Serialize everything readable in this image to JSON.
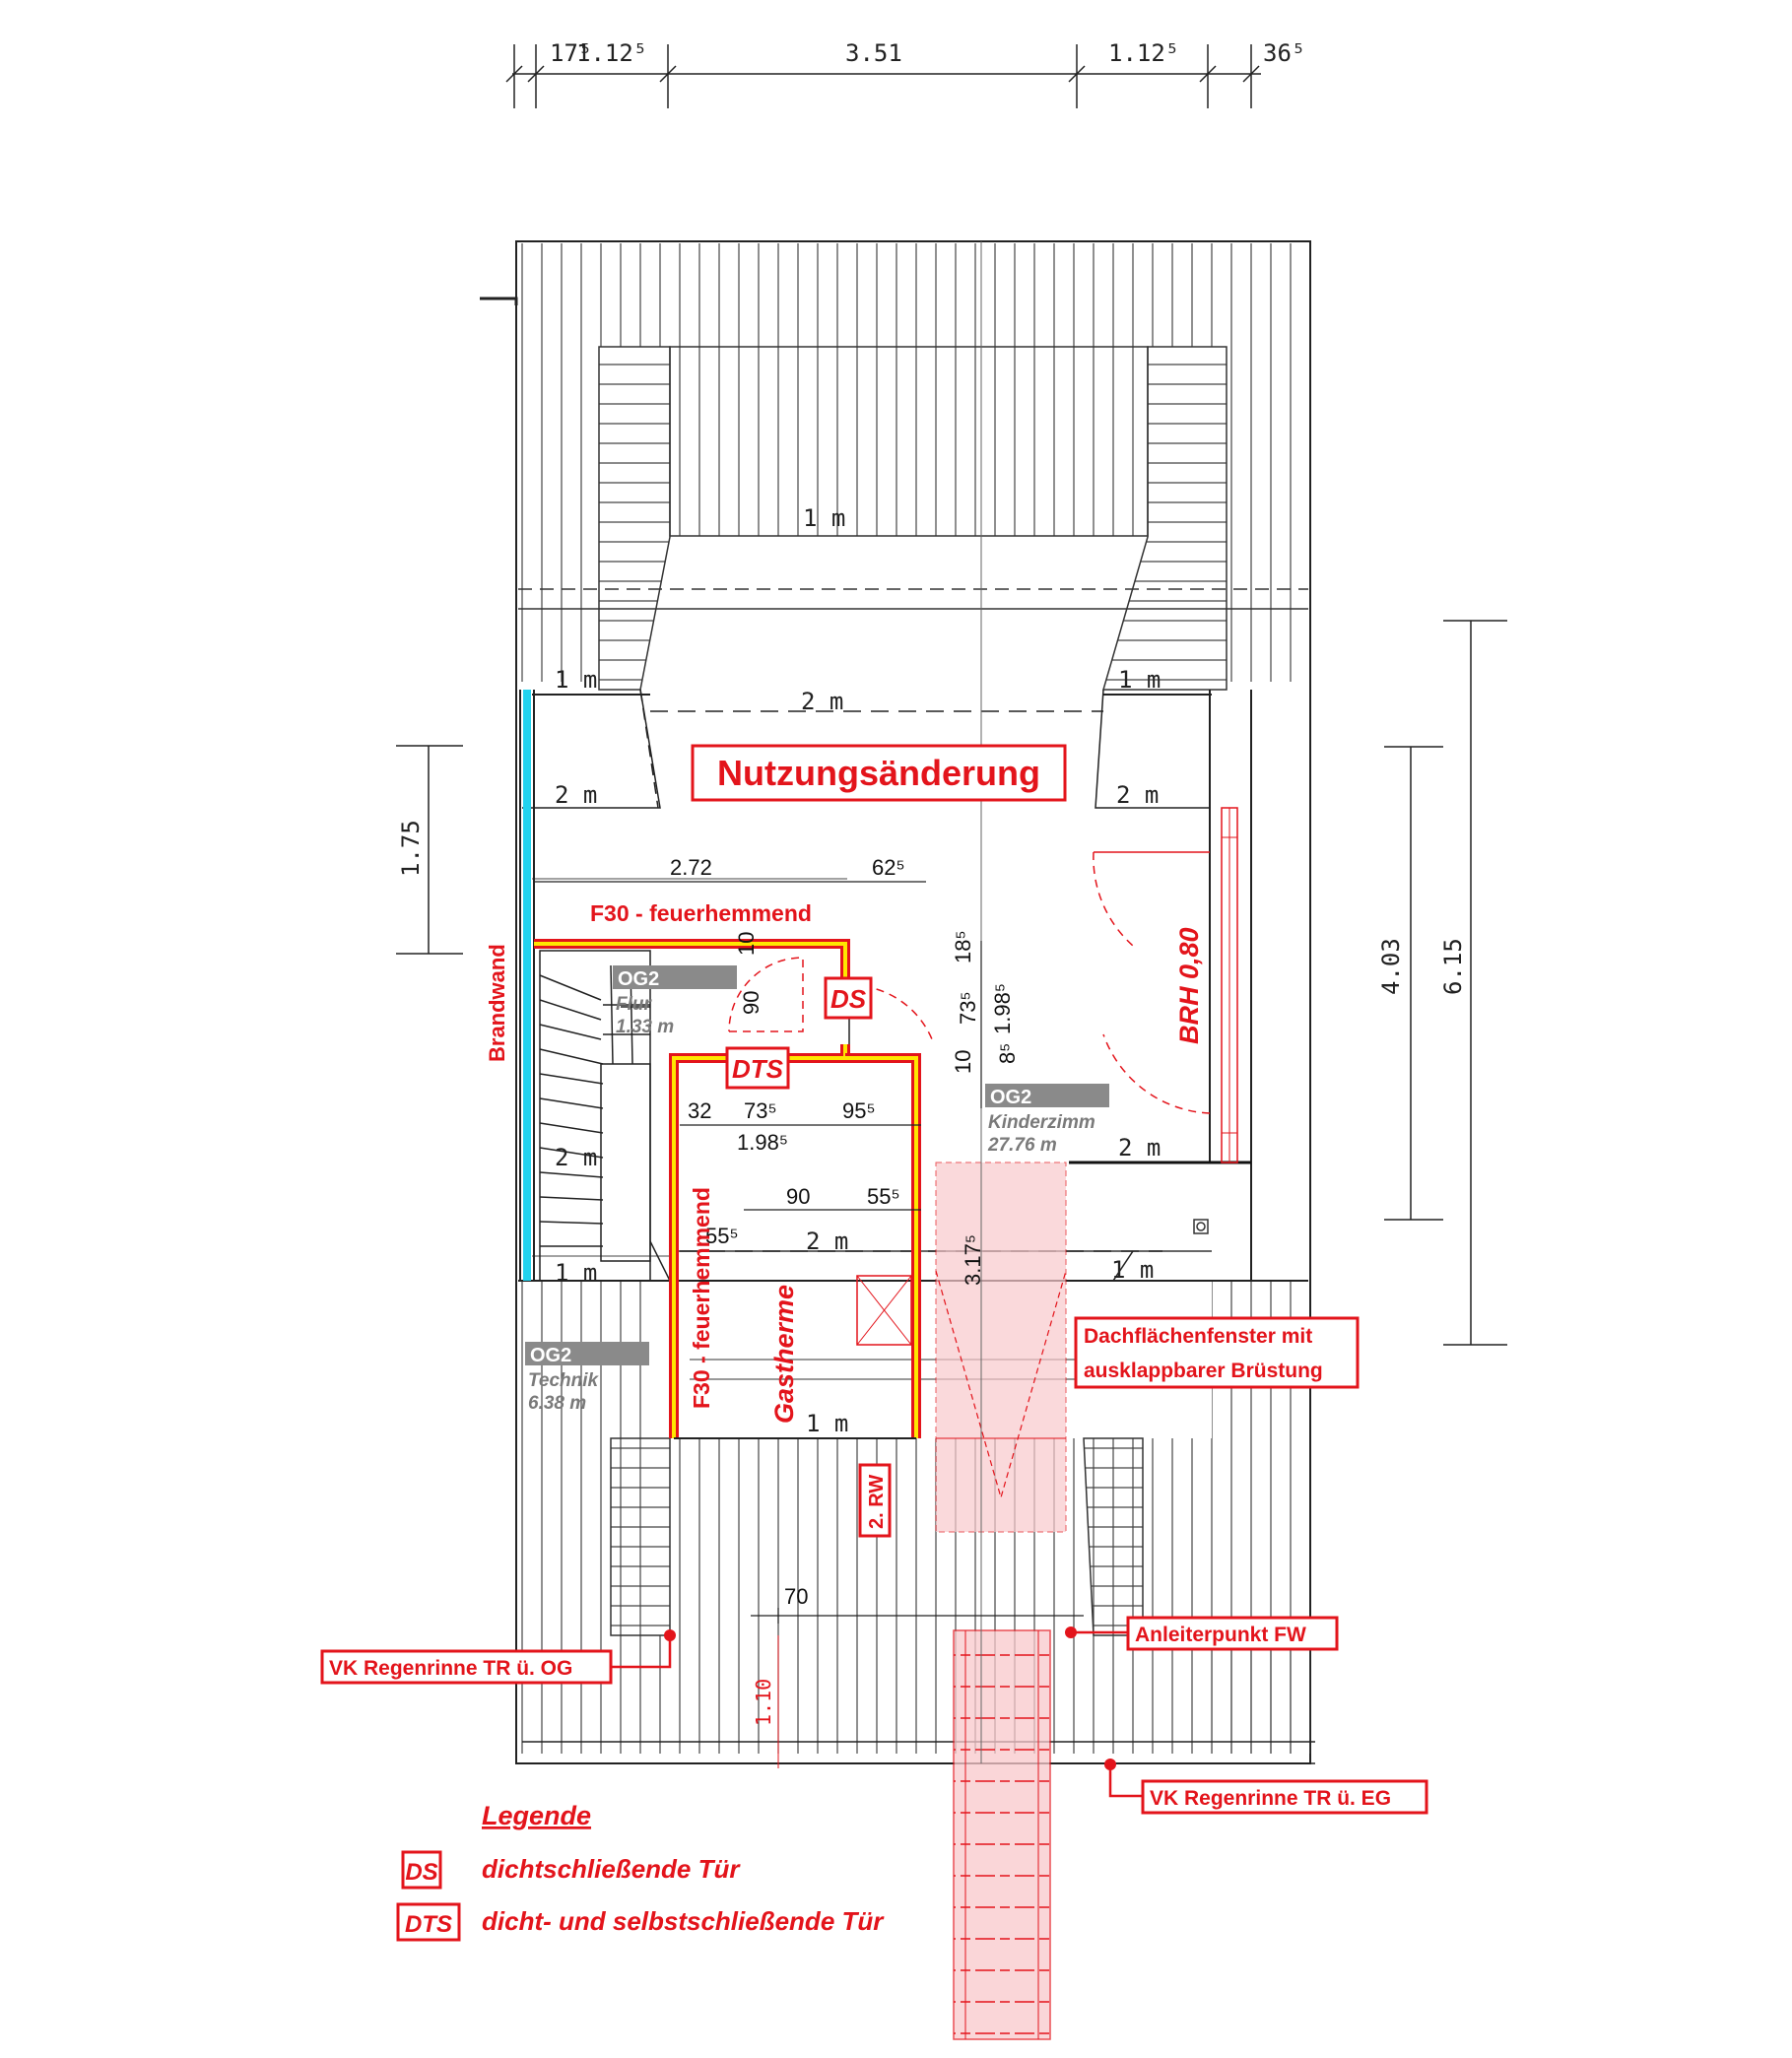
{
  "title": "Nutzungsänderung",
  "top_dimensions": [
    "17⁵",
    "1.12⁵",
    "3.51",
    "1.12⁵",
    "36⁵"
  ],
  "side_dimensions": {
    "left": "1.75",
    "right_inner": "4.03",
    "right_outer": "6.15",
    "bottom": "1.10",
    "bottom_width": "70"
  },
  "room_dims": {
    "d272": "2.72",
    "d625": "62⁵",
    "d10a": "10",
    "d90a": "90",
    "d185": "18⁵",
    "d735a": "73⁵",
    "d1985a": "1.98⁵",
    "d85": "8⁵",
    "d10b": "10",
    "d32": "32",
    "d735b": "73⁵",
    "d955": "95⁵",
    "d1985b": "1.98⁵",
    "d90b": "90",
    "d555a": "55⁵",
    "d555b": "55⁵",
    "d3175": "3.17⁵"
  },
  "height_marks": [
    "1 m",
    "1 m",
    "1 m",
    "2 m",
    "2 m",
    "2 m",
    "2 m",
    "2 m",
    "1 m",
    "2 m",
    "1 m",
    "1 m"
  ],
  "rooms": [
    {
      "code": "OG2",
      "name": "Flur",
      "area": "1.33 m"
    },
    {
      "code": "OG2",
      "name": "Kinderzimm",
      "area": "27.76 m"
    },
    {
      "code": "OG2",
      "name": "Technik",
      "area": "6.38 m"
    }
  ],
  "annotations": {
    "f30_top": "F30 - feuerhemmend",
    "f30_side": "F30 - feuerhemmend",
    "brandwand": "Brandwand",
    "brh": "BRH 0,80",
    "ds_door": "DS",
    "dts_door": "DTS",
    "gastherme": "Gastherme",
    "second_rw": "2. RW",
    "dachfenster_line1": "Dachflächenfenster mit",
    "dachfenster_line2": "ausklappbarer Brüstung",
    "anleiterpunkt": "Anleiterpunkt FW",
    "vk_og": "VK Regenrinne TR ü. OG",
    "vk_eg": "VK Regenrinne TR ü. EG"
  },
  "legend": {
    "title": "Legende",
    "items": [
      {
        "code": "DS",
        "text": "dichtschließende Tür"
      },
      {
        "code": "DTS",
        "text": "dicht- und selbstschließende Tür"
      }
    ]
  },
  "colors": {
    "annotation_red": "#e3141b",
    "fire_wall_cyan": "#22d3ee",
    "f30_yellow": "#ffe600",
    "hatch_pink": "#f9c9cc"
  }
}
